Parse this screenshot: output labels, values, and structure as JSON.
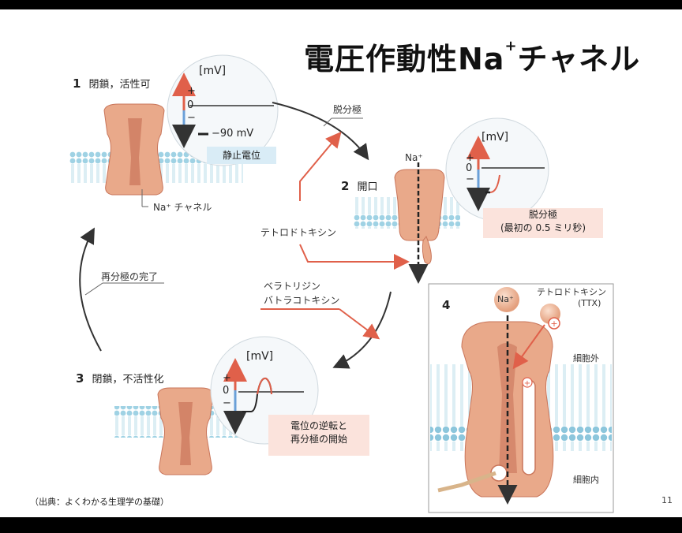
{
  "title": {
    "main": "電圧作動性Na",
    "sup": "+",
    "tail": "チャネル"
  },
  "steps": {
    "s1": {
      "num": "1",
      "label": "閉鎖，活性可"
    },
    "s2": {
      "num": "2",
      "label": "開口"
    },
    "s3": {
      "num": "3",
      "label": "閉鎖，不活性化"
    },
    "s4": {
      "num": "4"
    }
  },
  "graphs": {
    "unit": "[mV]",
    "plus": "+",
    "zero": "0",
    "minus": "−",
    "resting_value": "−90 mV"
  },
  "labels": {
    "resting": "静止電位",
    "depol_label": "脱分極",
    "depol_box_l1": "脱分極",
    "depol_box_l2": "(最初の 0.5 ミリ秒)",
    "reversal_l1": "電位の逆転と",
    "reversal_l2": "再分極の開始",
    "channel_name": "Na⁺ チャネル",
    "ttx": "テトロドトキシン",
    "veratridine": "ベラトリジン",
    "batrachotoxin": "バトラコトキシン",
    "repol_done": "再分極の完了",
    "na_ion": "Na⁺",
    "na_ion_4": "Na⁺",
    "ttx_4": "テトロドトキシン",
    "ttx_abbr": "(TTX)",
    "outside": "細胞外",
    "inside": "細胞内"
  },
  "footer": {
    "source": "（出典：よくわかる生理学の基礎）",
    "page": "11"
  },
  "colors": {
    "membrane": "#9fd2e4",
    "channel": "#e9a98a",
    "channel_dark": "#c9755a",
    "arrow_red": "#e0604a",
    "axis_blue": "#6aa0d8",
    "axis_red": "#e0604a"
  }
}
